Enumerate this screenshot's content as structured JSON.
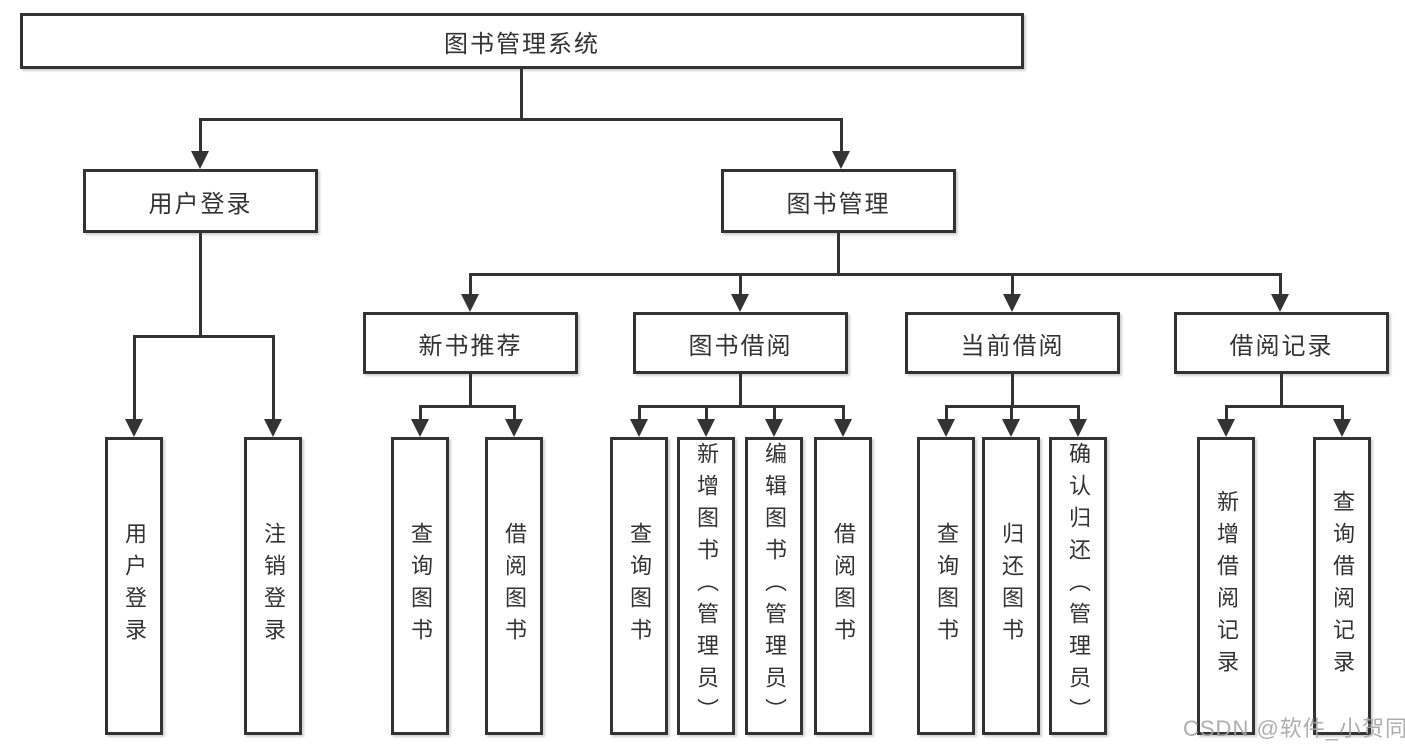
{
  "diagram": {
    "root": {
      "label": "图书管理系统"
    },
    "level1": [
      {
        "label": "用户登录"
      },
      {
        "label": "图书管理"
      }
    ],
    "level2": [
      {
        "label": "新书推荐"
      },
      {
        "label": "图书借阅"
      },
      {
        "label": "当前借阅"
      },
      {
        "label": "借阅记录"
      }
    ],
    "leaves": {
      "user_login": [
        {
          "label": "用户登录"
        },
        {
          "label": "注销登录"
        }
      ],
      "new_book_recommend": [
        {
          "label": "查询图书"
        },
        {
          "label": "借阅图书"
        }
      ],
      "book_borrow": [
        {
          "label": "查询图书"
        },
        {
          "label": "新增图书（管理员）"
        },
        {
          "label": "编辑图书（管理员）"
        },
        {
          "label": "借阅图书"
        }
      ],
      "current_borrow": [
        {
          "label": "查询图书"
        },
        {
          "label": "归还图书"
        },
        {
          "label": "确认归还（管理员）"
        }
      ],
      "borrow_record": [
        {
          "label": "新增借阅记录"
        },
        {
          "label": "查询借阅记录"
        }
      ]
    },
    "watermark": "CSDN @软件_小贺同学",
    "colors": {
      "line": "#333333",
      "box_border": "#333333",
      "text": "#333333",
      "watermark": "#a5a5a5",
      "background": "#ffffff"
    }
  }
}
